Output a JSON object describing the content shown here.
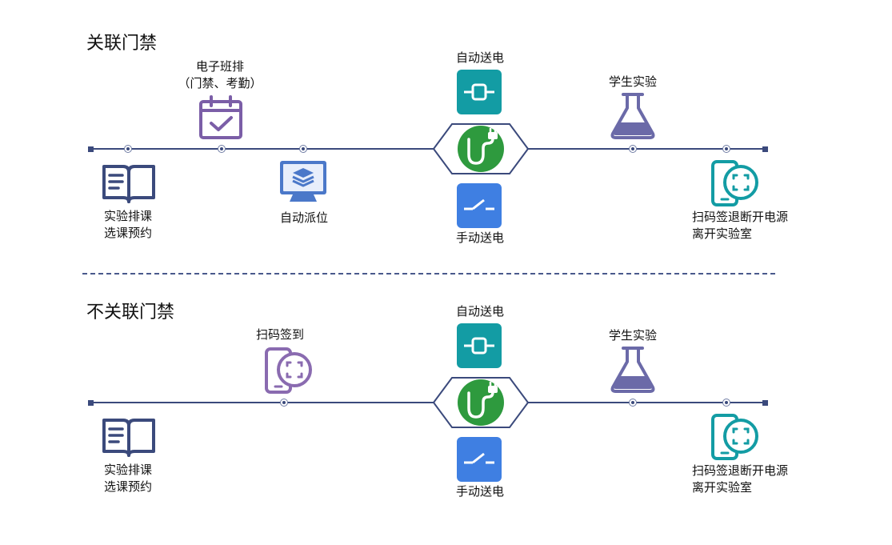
{
  "sections": [
    {
      "title": "关联门禁",
      "steps": {
        "course": "实验排课\n选课预约",
        "schedule": "电子班排\n（门禁、考勤）",
        "assign": "自动派位",
        "auto_power": "自动送电",
        "manual_power": "手动送电",
        "experiment": "学生实验",
        "scan_leave": "扫码签退断开电源\n离开实验室"
      }
    },
    {
      "title": "不关联门禁",
      "steps": {
        "course": "实验排课\n选课预约",
        "scan_sign": "扫码签到",
        "auto_power": "自动送电",
        "manual_power": "手动送电",
        "experiment": "学生实验",
        "scan_leave": "扫码签退断开电源\n离开实验室"
      }
    }
  ],
  "colors": {
    "line": "#3b4a7c",
    "book_icon": "#3b4a7c",
    "calendar_icon": "#7b5ea7",
    "monitor_icon": "#4b78c9",
    "teal_box": "#139ca4",
    "blue_box": "#3f7fe2",
    "power_green": "#2e9a3e",
    "flask_icon": "#6b6aa8",
    "phone_scan_icon": "#139ca4",
    "phone_scan_purple_icon": "#8a6bb0"
  },
  "icons": [
    "book-icon",
    "calendar-check-icon",
    "monitor-layers-icon",
    "switch-closed-icon",
    "power-plug-icon",
    "switch-open-icon",
    "flask-icon",
    "phone-scan-icon"
  ]
}
